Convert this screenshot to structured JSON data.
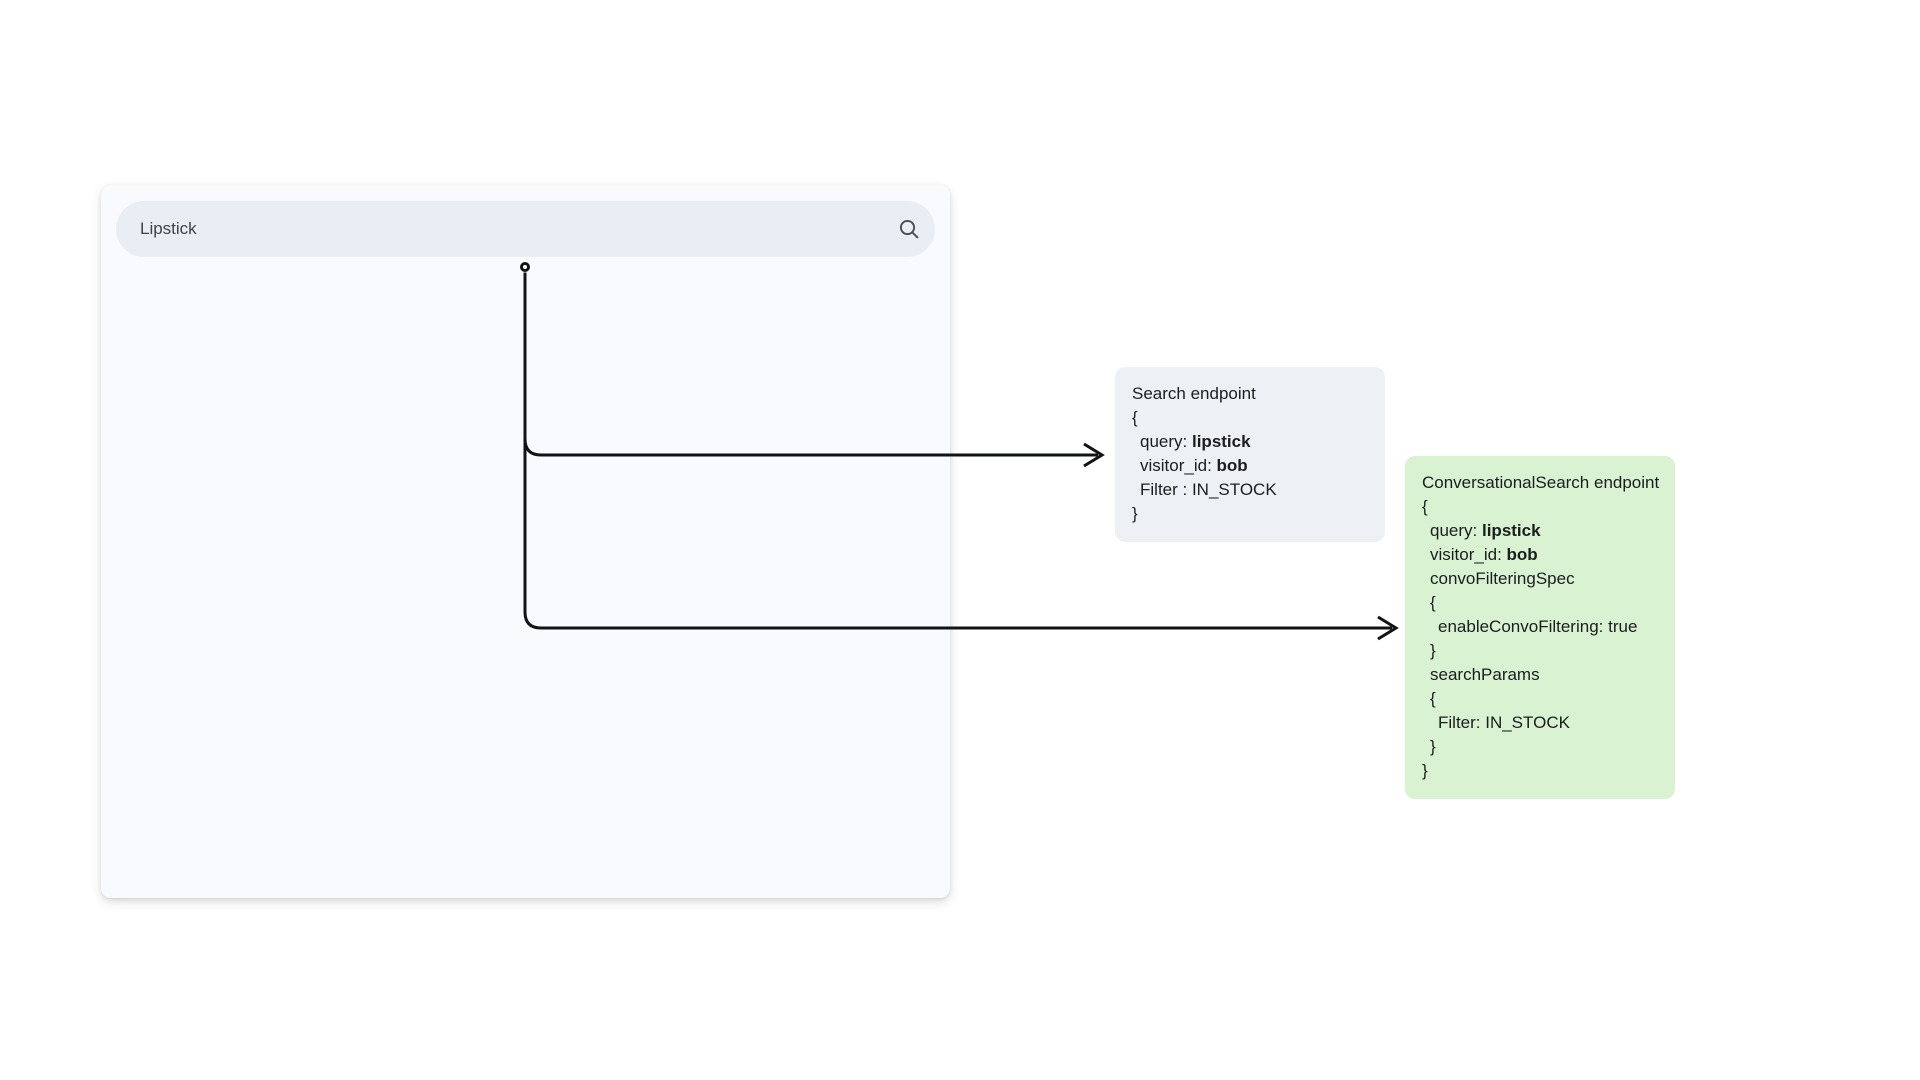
{
  "search_panel": {
    "search_value": "Lipstick",
    "search_icon": "magnifier"
  },
  "colors": {
    "panel_bg": "#f8fafd",
    "search_pill_bg": "#e9eef5",
    "connector": "#121315",
    "search_endpoint_bg": "#edf1f6",
    "convo_endpoint_bg": "#d8f2d2",
    "code_text": "#1c1d1f"
  },
  "boxes": [
    {
      "id": "search-endpoint",
      "title": "Search endpoint",
      "bg": "#edf1f6",
      "lines": [
        {
          "indent": 0,
          "segments": [
            {
              "text": "Search endpoint"
            }
          ]
        },
        {
          "indent": 0,
          "segments": [
            {
              "text": "{"
            }
          ]
        },
        {
          "indent": 1,
          "segments": [
            {
              "text": "query: "
            },
            {
              "text": "lipstick",
              "bold": true
            }
          ]
        },
        {
          "indent": 1,
          "segments": [
            {
              "text": "visitor_id: "
            },
            {
              "text": "bob",
              "bold": true
            }
          ]
        },
        {
          "indent": 1,
          "segments": [
            {
              "text": "Filter : IN_STOCK"
            }
          ]
        },
        {
          "indent": 0,
          "segments": [
            {
              "text": "}"
            }
          ]
        }
      ]
    },
    {
      "id": "conversational-search-endpoint",
      "title": "ConversationalSearch endpoint",
      "bg": "#d8f2d2",
      "lines": [
        {
          "indent": 0,
          "segments": [
            {
              "text": "ConversationalSearch endpoint"
            }
          ]
        },
        {
          "indent": 0,
          "segments": [
            {
              "text": "{"
            }
          ]
        },
        {
          "indent": 1,
          "segments": [
            {
              "text": "query: "
            },
            {
              "text": "lipstick",
              "bold": true
            }
          ]
        },
        {
          "indent": 1,
          "segments": [
            {
              "text": "visitor_id: "
            },
            {
              "text": "bob",
              "bold": true
            }
          ]
        },
        {
          "indent": 1,
          "segments": [
            {
              "text": "convoFilteringSpec"
            }
          ]
        },
        {
          "indent": 1,
          "segments": [
            {
              "text": "{"
            }
          ]
        },
        {
          "indent": 2,
          "segments": [
            {
              "text": "enableConvoFiltering: true"
            }
          ]
        },
        {
          "indent": 1,
          "segments": [
            {
              "text": "}"
            }
          ]
        },
        {
          "indent": 1,
          "segments": [
            {
              "text": "searchParams"
            }
          ]
        },
        {
          "indent": 1,
          "segments": [
            {
              "text": "{"
            }
          ]
        },
        {
          "indent": 2,
          "segments": [
            {
              "text": "Filter: IN_STOCK"
            }
          ]
        },
        {
          "indent": 1,
          "segments": [
            {
              "text": "}"
            }
          ]
        },
        {
          "indent": 0,
          "segments": [
            {
              "text": "}"
            }
          ]
        }
      ]
    }
  ]
}
